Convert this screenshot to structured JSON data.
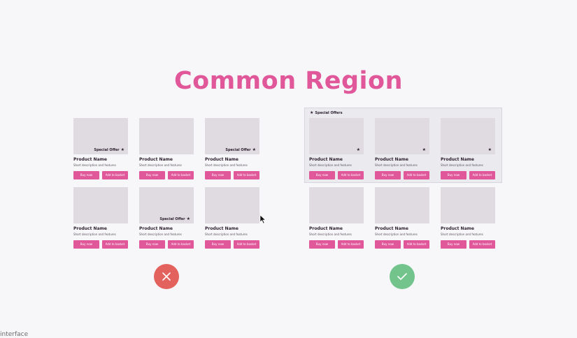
{
  "title": "Common Region",
  "card": {
    "name": "Product Name",
    "description": "Short description and features",
    "buy_label": "Buy now",
    "basket_label": "Add to basket"
  },
  "offer_label": "Special Offer",
  "region_label": "Special Offers",
  "footer_text": "interface",
  "colors": {
    "accent": "#e0579a",
    "wrong": "#e4625e",
    "right": "#72c48c"
  },
  "icons": {
    "offer": "star-icon",
    "wrong": "x-icon",
    "right": "check-icon",
    "pointer": "cursor-icon"
  },
  "cards": [
    {
      "id": "left-1",
      "special": true
    },
    {
      "id": "left-2",
      "special": false
    },
    {
      "id": "left-3",
      "special": true
    },
    {
      "id": "left-4",
      "special": false
    },
    {
      "id": "left-5",
      "special": true
    },
    {
      "id": "left-6",
      "special": false
    },
    {
      "id": "right-1",
      "special": true
    },
    {
      "id": "right-2",
      "special": true
    },
    {
      "id": "right-3",
      "special": true
    },
    {
      "id": "right-4",
      "special": false
    },
    {
      "id": "right-5",
      "special": false
    },
    {
      "id": "right-6",
      "special": false
    }
  ]
}
